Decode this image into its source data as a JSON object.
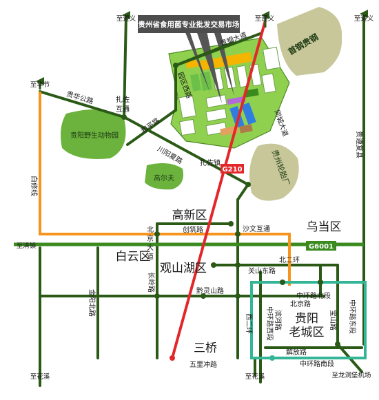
{
  "callout": {
    "text": "贵州省食用菌专业批发交易市场"
  },
  "parks": {
    "zoo": "贵阳野生动物园",
    "golf": "高尔夫",
    "steel": "首钢贵钢",
    "tyre": "贵州轮胎厂"
  },
  "districts": {
    "gaoxin": "高新区",
    "baiyun": "白云区",
    "guanshanhu": "观山湖区",
    "sanqiao": "三桥",
    "wudang": "乌当区",
    "laocheng_1": "贵阳",
    "laocheng_2": "老城区"
  },
  "roads": {
    "guigang": "贵钢大道",
    "guihua": "贵华公路",
    "zhazuo_road": "扎佐",
    "zhazuo_road_2": "互通",
    "heping": "和平路",
    "yuanqu_xi": "园区西路",
    "chuanyang": "川阳夏路",
    "zhazuo_town": "扎佐镇",
    "g210": "G210",
    "tongcheng": "同城大道",
    "guizun": "贵遵复县",
    "baixiu": "白修线",
    "chuangzhu": "创筑路",
    "beidajie_1": "北",
    "beidajie_2": "京",
    "beidajie_3": "大",
    "beidajie_4": "道",
    "changling": "长岭路",
    "shawen": "沙文互通",
    "g6001": "G6001",
    "erhuan_bei": "北二环",
    "guanshan_dong": "关山东路",
    "jinyang_bei": "金阳北路",
    "qianling_shan": "黔灵山路",
    "huanbei": "中环路北段",
    "beijing_rd": "北京路",
    "baoshan": "宝山路",
    "zhonghuan_dong": "中环路东段",
    "xierhuan": "西二环",
    "zhonghuan_xi": "中环路西段",
    "binhe": "滨河路",
    "jiefang": "解放路",
    "zhonghuan_nan": "中环路南段",
    "wuliqiao": "五里冲路"
  },
  "destinations": {
    "zhizunyi_left": "至遵义",
    "zhizunyi_mid": "至遵义",
    "zhizunyi_right": "至遵义",
    "zhihuajie": "至华节",
    "zhiqingzhen": "至清镇",
    "zhihuaxi_left": "至花溪",
    "zhihuaxi_mid": "至花溪",
    "zhilongdongbao": "至龙洞堡机场"
  },
  "colors": {
    "dark_green": "#2a5a16",
    "mid_green": "#3a8a1e",
    "light_green": "#6cb33e",
    "red": "#e3262a",
    "orange": "#f7941d",
    "teal": "#33b596",
    "khaki": "#c7c79a",
    "market": "#8fd14f"
  }
}
